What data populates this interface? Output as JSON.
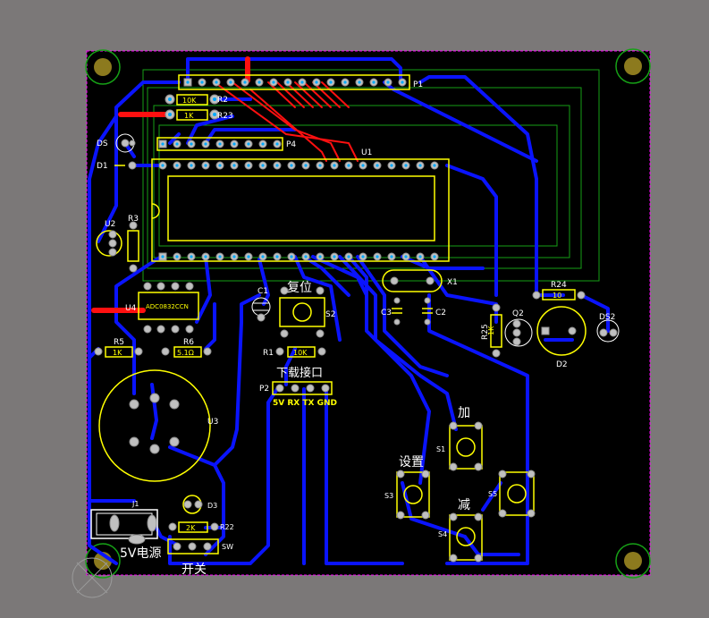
{
  "board": {
    "colors": {
      "background": "#7b7878",
      "board": "#000000",
      "trace_blue": "#0a14ff",
      "trace_red": "#ff1010",
      "silkscreen": "#ffff00",
      "keepout": "#16a016",
      "outline": "#ff00ff"
    }
  },
  "labels": {
    "fuwei": "复位",
    "xiazai": "下载接口",
    "jia": "加",
    "jian": "减",
    "shezhi": "设置",
    "dianyuan": "5V电源",
    "kaiguan": "开关",
    "p2_pins": "5V RX TX GND"
  },
  "designators": {
    "r2": "R2",
    "r23": "R23",
    "p4": "P4",
    "u1": "U1",
    "d1": "D1",
    "p1": "P1",
    "ds": "DS",
    "u2": "U2",
    "r3": "R3",
    "u4": "U4",
    "r5": "R5",
    "r6": "R6",
    "u3": "U3",
    "c1": "C1",
    "x1": "X1",
    "c3": "C3",
    "c2": "C2",
    "r25": "R25",
    "q2": "Q2",
    "r24": "R24",
    "d2": "D2",
    "ds2": "DS2",
    "r1": "R1",
    "p2": "P2",
    "s2": "S2",
    "s1": "S1",
    "s3": "S3",
    "s4": "S4",
    "s5": "S5",
    "j1": "J1",
    "d3": "D3",
    "r22": "R22",
    "sw": "SW"
  },
  "values": {
    "r2": "10K",
    "r23": "1K",
    "r1": "10K",
    "r5": "1K",
    "r6": "5.1Ω",
    "r24": "10",
    "r22": "2K",
    "u4_part": "ADC0832CCN",
    "r25": "1K"
  }
}
